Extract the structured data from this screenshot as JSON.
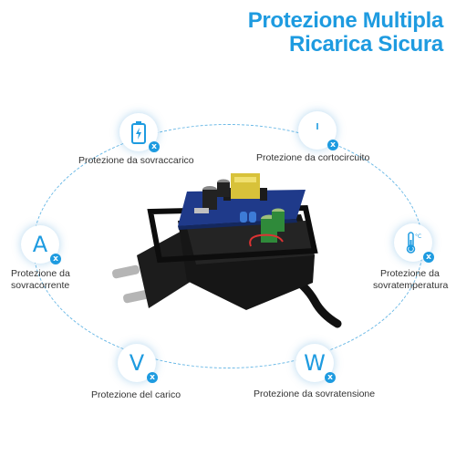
{
  "title": {
    "line1": "Protezione Multipla",
    "line2": "Ricarica Sicura"
  },
  "features": {
    "overload": "Protezione da sovraccarico",
    "short_circuit": "Protezione da cortocircuito",
    "overcurrent_line1": "Protezione da",
    "overcurrent_line2": "sovracorrente",
    "overtemp_line1": "Protezione da",
    "overtemp_line2": "sovratemperatura",
    "load": "Protezione del carico",
    "overvoltage": "Protezione da sovratensione"
  },
  "icons": {
    "overload": "battery-charge-icon",
    "short_circuit": "power-icon",
    "overcurrent": "A",
    "overtemp": "thermometer-icon",
    "load": "V",
    "overvoltage": "W",
    "badge": "x"
  },
  "colors": {
    "accent": "#1e9be0",
    "text": "#333333",
    "pcb": "#1f3a8a",
    "adapter": "#1a1a1a"
  }
}
